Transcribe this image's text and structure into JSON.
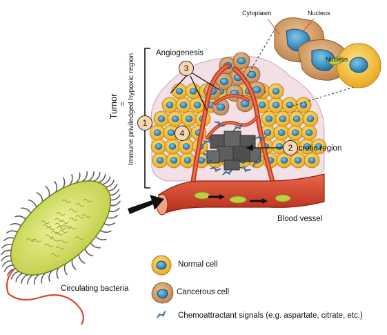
{
  "labels": {
    "cytoplasm": "Cytoplasm",
    "nucleus": "Nucleus",
    "angiogenesis": "Angiogenesis",
    "tumor": "Tumor",
    "equals": "=",
    "hypoxic_region": "Immune priviledged hypoxic region",
    "necrotic_region": "Necrotic region",
    "blood_vessel": "Blood vessel",
    "circulating_bacteria": "Circulating bacteria"
  },
  "markers": [
    "1",
    "2",
    "3",
    "4"
  ],
  "legend": {
    "normal_cell": "Normal cell",
    "cancerous_cell": "Cancerous cell",
    "chemoattractant": "Chemoattractant signals (e.g. aspartate, citrate, etc.)"
  },
  "colors": {
    "normal_cell_fill": "#f6c543",
    "normal_nucleus": "#2f8fc4",
    "cancer_cell_fill": "#d9a46a",
    "cancer_nucleus": "#2f8fc4",
    "vessel": "#d9452b",
    "bacteria_body": "#d6e36a",
    "necrotic": "#5a5a5a",
    "marker_fill": "#f8d5b0"
  },
  "icons": [
    "normal-cell-icon",
    "cancerous-cell-icon",
    "chemoattractant-signal-icon",
    "bacterium-icon"
  ]
}
